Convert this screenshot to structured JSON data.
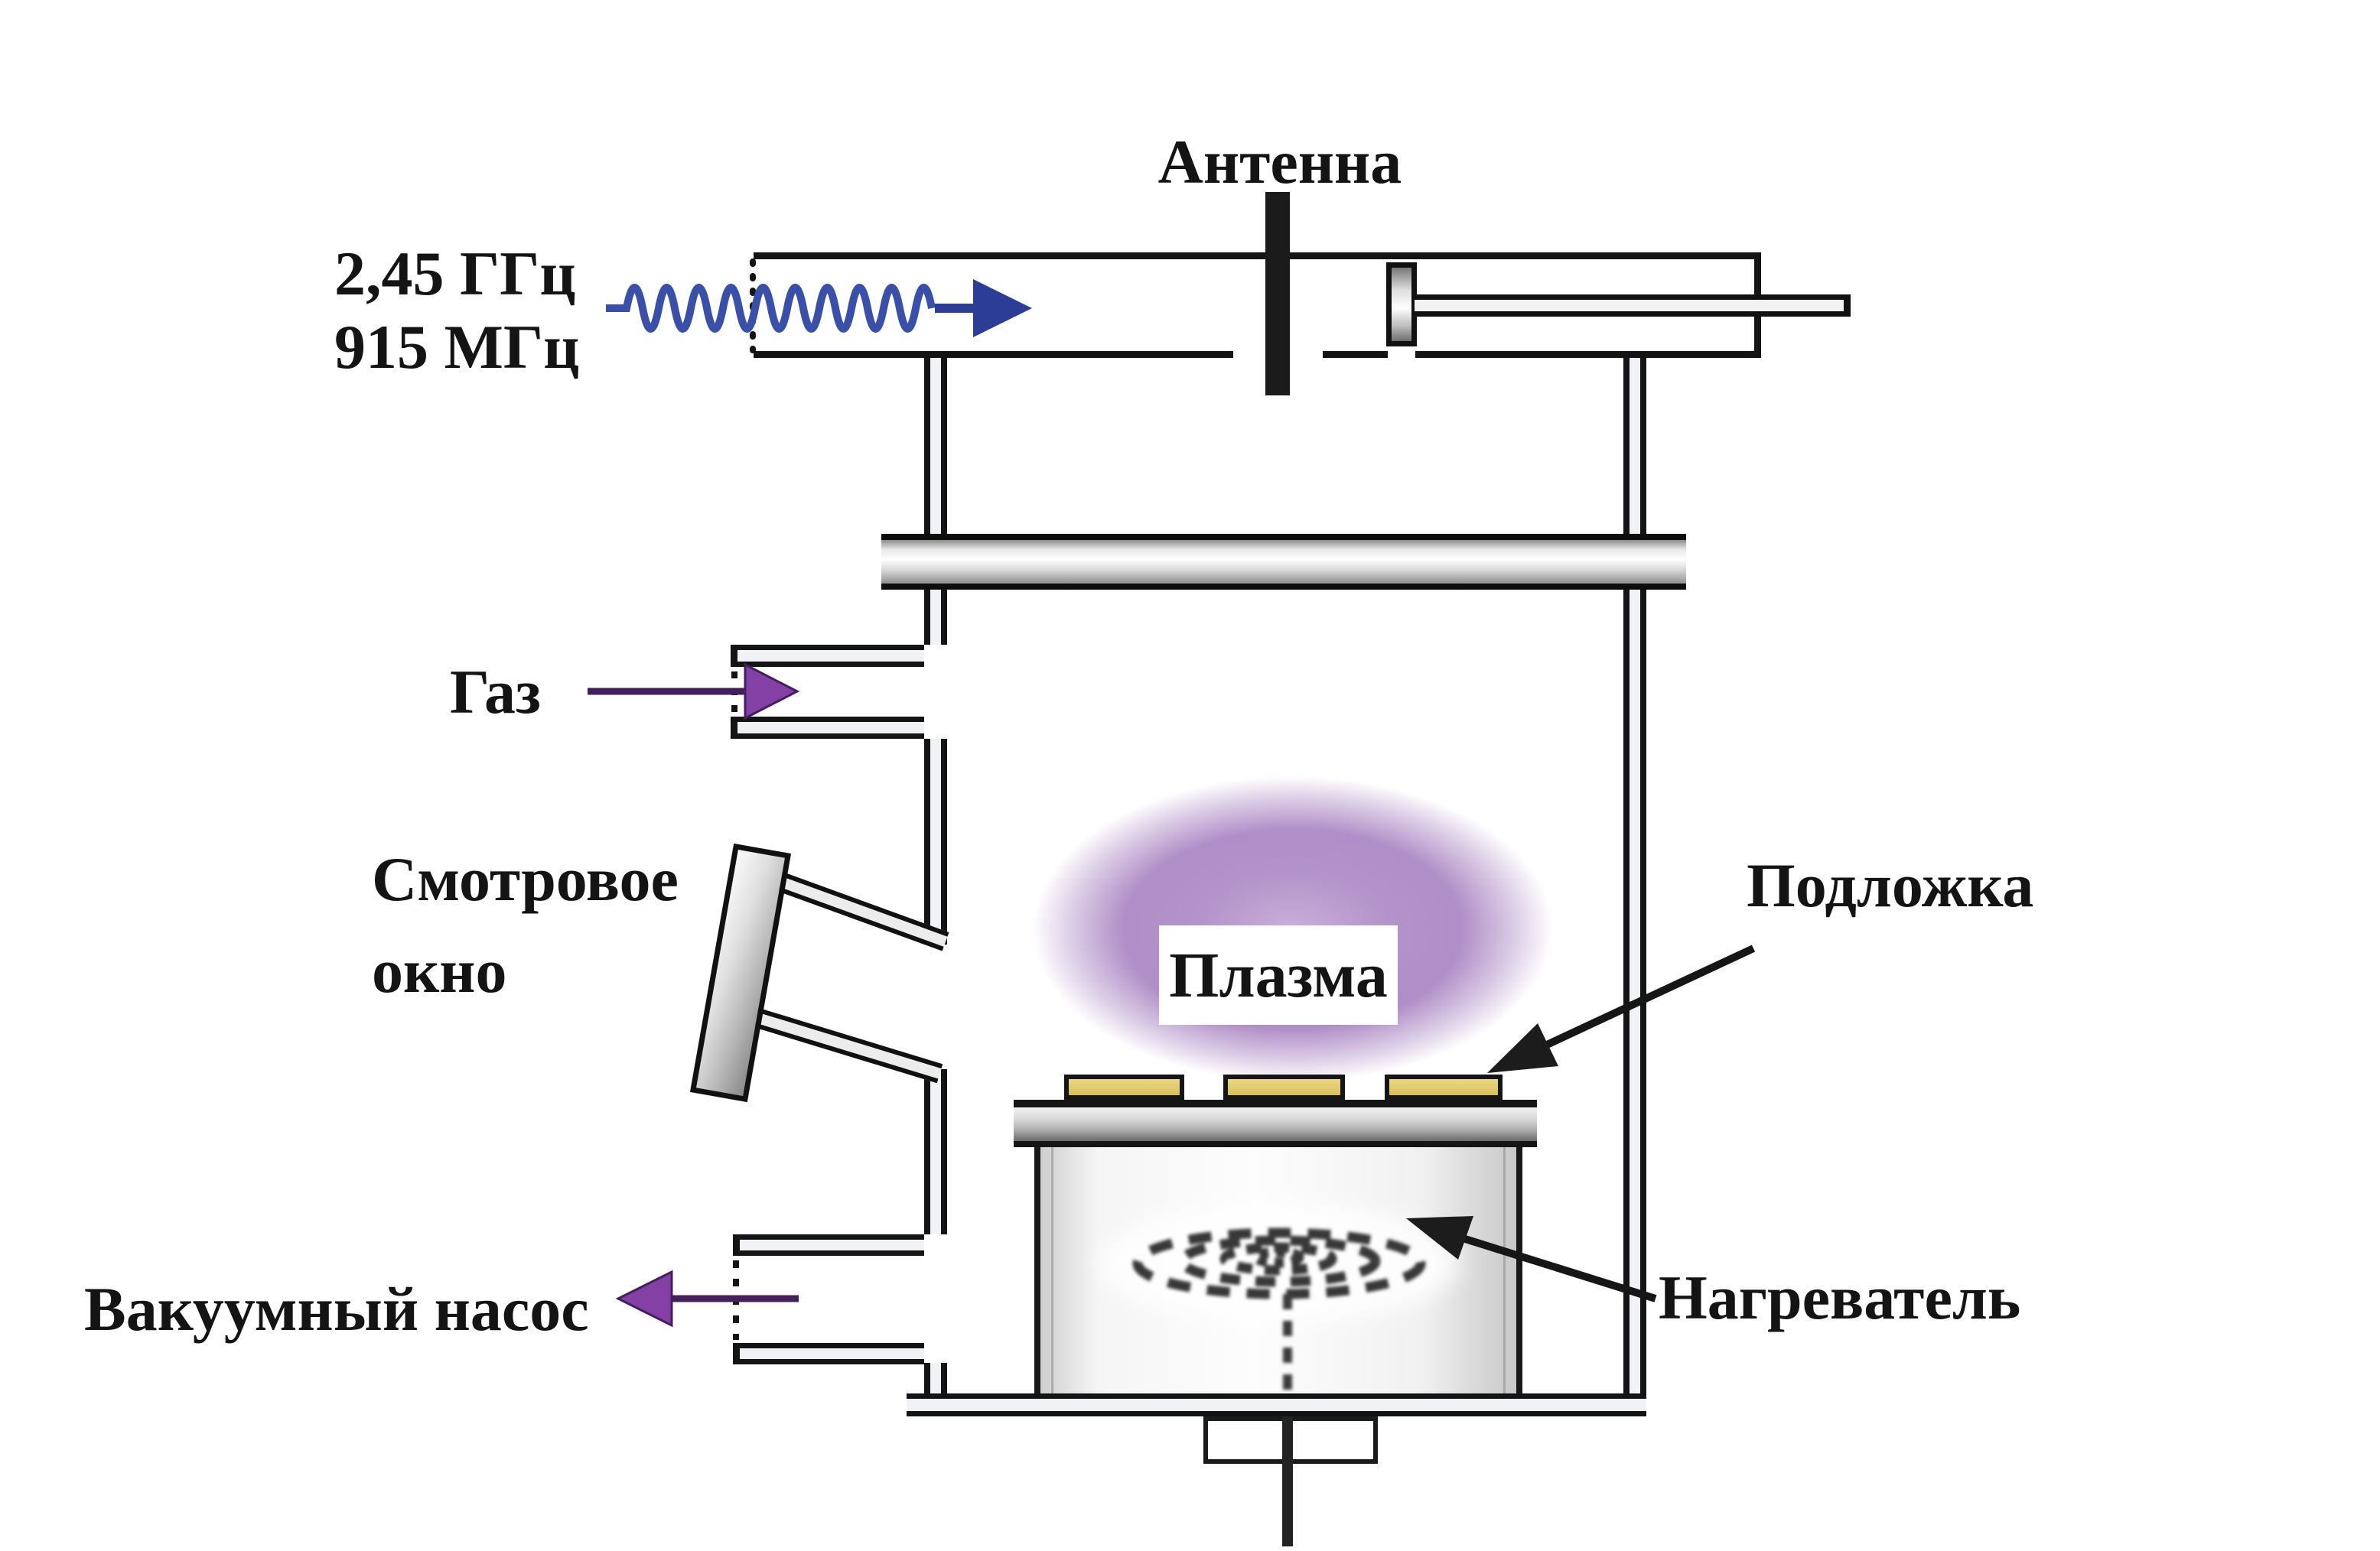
{
  "labels": {
    "antenna": "Антенна",
    "frequency_line1": "2,45 ГГц",
    "frequency_line2": "915 МГц",
    "gas": "Газ",
    "viewing_window_line1": "Смотровое",
    "viewing_window_line2": "окно",
    "vacuum_pump": "Вакуумный насос",
    "plasma": "Плазма",
    "substrate": "Подложка",
    "heater": "Нагреватель"
  },
  "icons": {
    "microwave_input": "sine-wave-right-arrow-icon",
    "gas_flow": "right-arrow-icon",
    "vacuum_flow": "left-arrow-icon",
    "substrate_pointer": "down-left-arrow-icon",
    "heater_pointer": "up-left-arrow-icon",
    "heater_element": "coil-spiral-icon"
  },
  "colors": {
    "ink": "#141414",
    "wave_blue": "#3a50a8",
    "wave_blue_dark": "#2c3d95",
    "flow_purple": "#431f5e",
    "flow_purple_head": "#8540a6",
    "plasma_purple": "#b18cc8",
    "substrate_yellow": "#e2cb70",
    "metal_wall_fill": "#f1f2f6"
  }
}
